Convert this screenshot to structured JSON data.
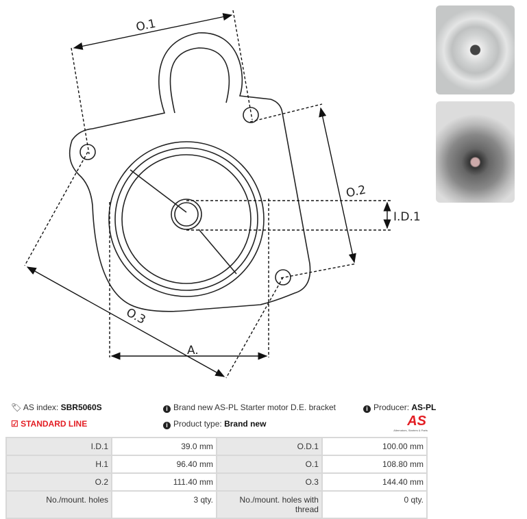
{
  "drawing": {
    "o1": "O.1",
    "o2": "O.2",
    "o3": "O.3",
    "id1": "I.D.1",
    "a": "A."
  },
  "info": {
    "index_label": "AS index:",
    "index_value": "SBR5060S",
    "line": "STANDARD LINE",
    "description": "Brand new AS-PL Starter motor D.E. bracket",
    "type_label": "Product type:",
    "type_value": "Brand new",
    "producer_label": "Producer:",
    "producer_value": "AS-PL"
  },
  "logo": {
    "text": "AS",
    "tagline": "Alternators, Starters & Parts"
  },
  "specs": [
    [
      "I.D.1",
      "39.0 mm",
      "O.D.1",
      "100.00 mm"
    ],
    [
      "H.1",
      "96.40 mm",
      "O.1",
      "108.80 mm"
    ],
    [
      "O.2",
      "111.40 mm",
      "O.3",
      "144.40 mm"
    ],
    [
      "No./mount. holes",
      "3 qty.",
      "No./mount. holes with thread",
      "0 qty."
    ]
  ],
  "colors": {
    "accent": "#e31e24"
  }
}
